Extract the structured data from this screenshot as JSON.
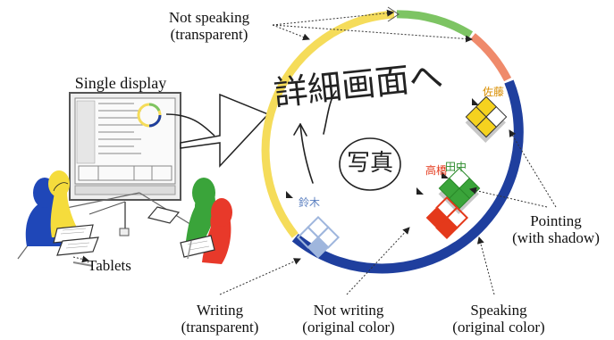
{
  "labels": {
    "not_speaking": "Not speaking",
    "not_speaking_sub": "(transparent)",
    "single_display": "Single display",
    "tablets": "Tablets",
    "writing": "Writing",
    "writing_sub": "(transparent)",
    "not_writing": "Not writing",
    "not_writing_sub": "(original color)",
    "speaking": "Speaking",
    "speaking_sub": "(original color)",
    "pointing": "Pointing",
    "pointing_sub": "(with shadow)"
  },
  "names": {
    "sato": "佐藤",
    "takahashi": "高橋",
    "tanaka": "田中",
    "suzuki": "鈴木"
  },
  "handwriting": {
    "line1": "詳細画面へ",
    "line2": "写真"
  },
  "colors": {
    "yellow": "#f5dc5a",
    "green": "#7dc463",
    "salmon": "#ef8a6b",
    "blue": "#1f3f9e",
    "red": "#e4391b",
    "lightblue": "#9fb6dd"
  }
}
